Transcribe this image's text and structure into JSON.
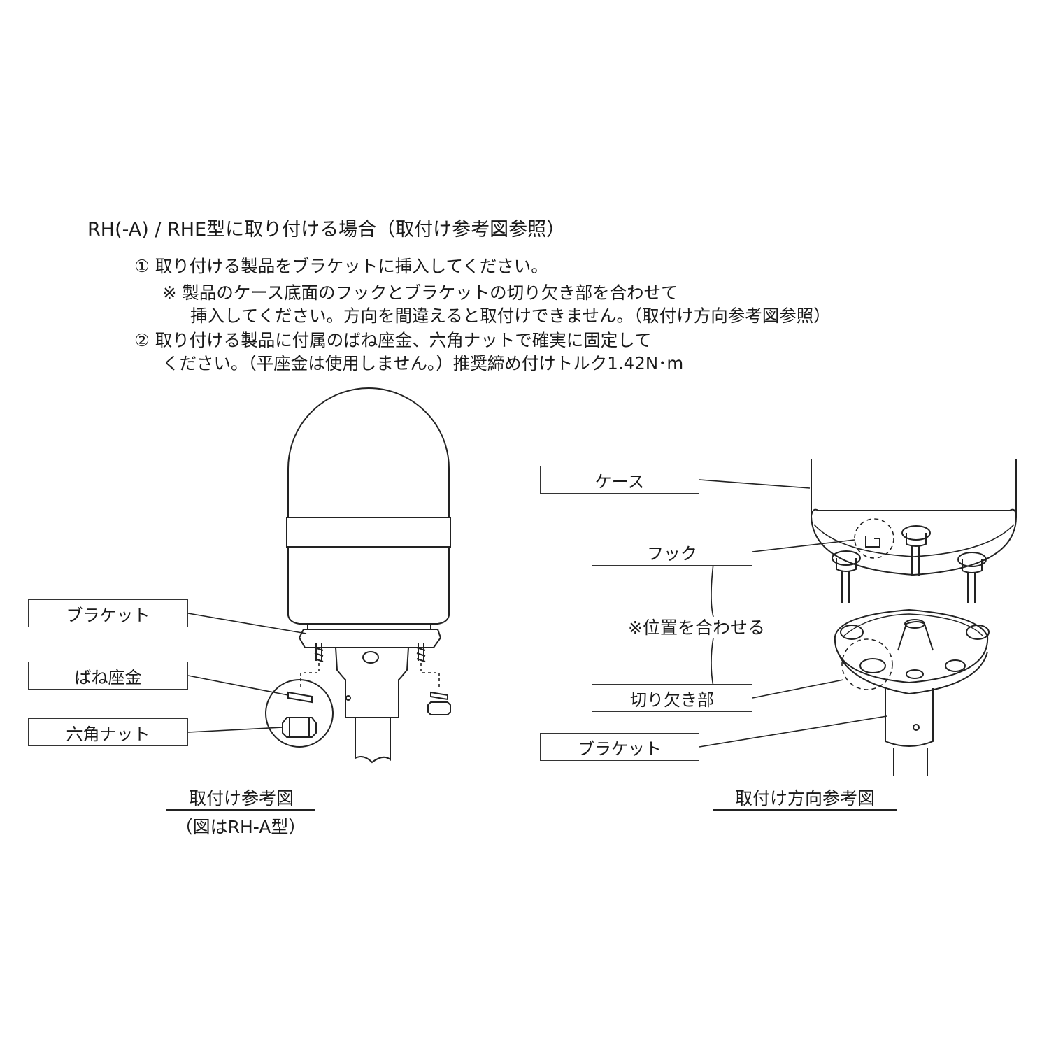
{
  "instructions": {
    "heading": "RH(-A) / RHE型に取り付ける場合（取付け参考図参照）",
    "step1": "① 取り付ける製品をブラケットに挿入してください。",
    "step1_note_1": "※ 製品のケース底面のフックとブラケットの切り欠き部を合わせて",
    "step1_note_2": "挿入してください。方向を間違えると取付けできません。（取付け方向参考図参照）",
    "step2": "② 取り付ける製品に付属のばね座金、六角ナットで確実に固定して",
    "step2_cont": "ください。（平座金は使用しません。）推奨締め付けトルク1.42N･m"
  },
  "left_diagram": {
    "labels": {
      "bracket": "ブラケット",
      "spring_washer": "ばね座金",
      "hex_nut": "六角ナット"
    },
    "caption": "取付け参考図",
    "subcaption": "（図はRH-A型）"
  },
  "right_diagram": {
    "labels": {
      "case": "ケース",
      "hook": "フック",
      "align_note": "※位置を合わせる",
      "notch": "切り欠き部",
      "bracket": "ブラケット"
    },
    "caption": "取付け方向参考図"
  }
}
